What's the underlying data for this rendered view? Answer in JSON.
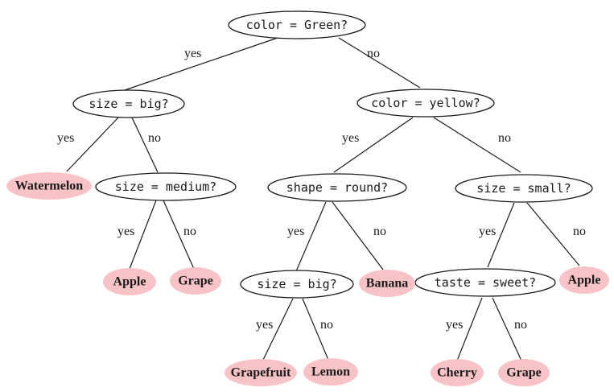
{
  "colors": {
    "leaf_fill": "#f7c3c6",
    "line": "#1a1a1a"
  },
  "questions": {
    "root": "color = Green?",
    "q_size_big_1": "size = big?",
    "q_color_yellow": "color = yellow?",
    "q_size_medium": "size = medium?",
    "q_shape_round": "shape = round?",
    "q_size_small": "size = small?",
    "q_size_big_2": "size = big?",
    "q_taste_sweet": "taste = sweet?"
  },
  "leaves": {
    "watermelon": "Watermelon",
    "apple_1": "Apple",
    "grape_1": "Grape",
    "banana": "Banana",
    "apple_2": "Apple",
    "grapefruit": "Grapefruit",
    "lemon": "Lemon",
    "cherry": "Cherry",
    "grape_2": "Grape"
  },
  "edge_labels": {
    "yes": "yes",
    "no": "no"
  }
}
